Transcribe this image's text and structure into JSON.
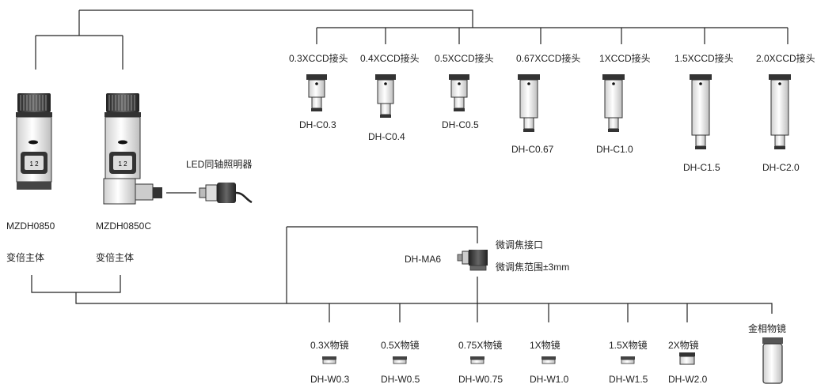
{
  "bodies": [
    {
      "model": "MZDH0850",
      "desc": "变倍主体"
    },
    {
      "model": "MZDH0850C",
      "desc": "变倍主体"
    }
  ],
  "illuminator": {
    "label": "LED同轴照明器"
  },
  "ccd_adapters": [
    {
      "name": "0.3XCCD接头",
      "code": "DH-C0.3"
    },
    {
      "name": "0.4XCCD接头",
      "code": "DH-C0.4"
    },
    {
      "name": "0.5XCCD接头",
      "code": "DH-C0.5"
    },
    {
      "name": "0.67XCCD接头",
      "code": "DH-C0.67"
    },
    {
      "name": "1XCCD接头",
      "code": "DH-C1.0"
    },
    {
      "name": "1.5XCCD接头",
      "code": "DH-C1.5"
    },
    {
      "name": "2.0XCCD接头",
      "code": "DH-C2.0"
    }
  ],
  "fine_focus": {
    "code": "DH-MA6",
    "line1": "微调焦接口",
    "line2": "微调焦范围±3mm"
  },
  "objectives": [
    {
      "name": "0.3X物镜",
      "code": "DH-W0.3"
    },
    {
      "name": "0.5X物镜",
      "code": "DH-W0.5"
    },
    {
      "name": "0.75X物镜",
      "code": "DH-W0.75"
    },
    {
      "name": "1X物镜",
      "code": "DH-W1.0"
    },
    {
      "name": "1.5X物镜",
      "code": "DH-W1.5"
    },
    {
      "name": "2X物镜",
      "code": "DH-W2.0"
    }
  ],
  "metallographic": {
    "name": "金相物镜"
  }
}
